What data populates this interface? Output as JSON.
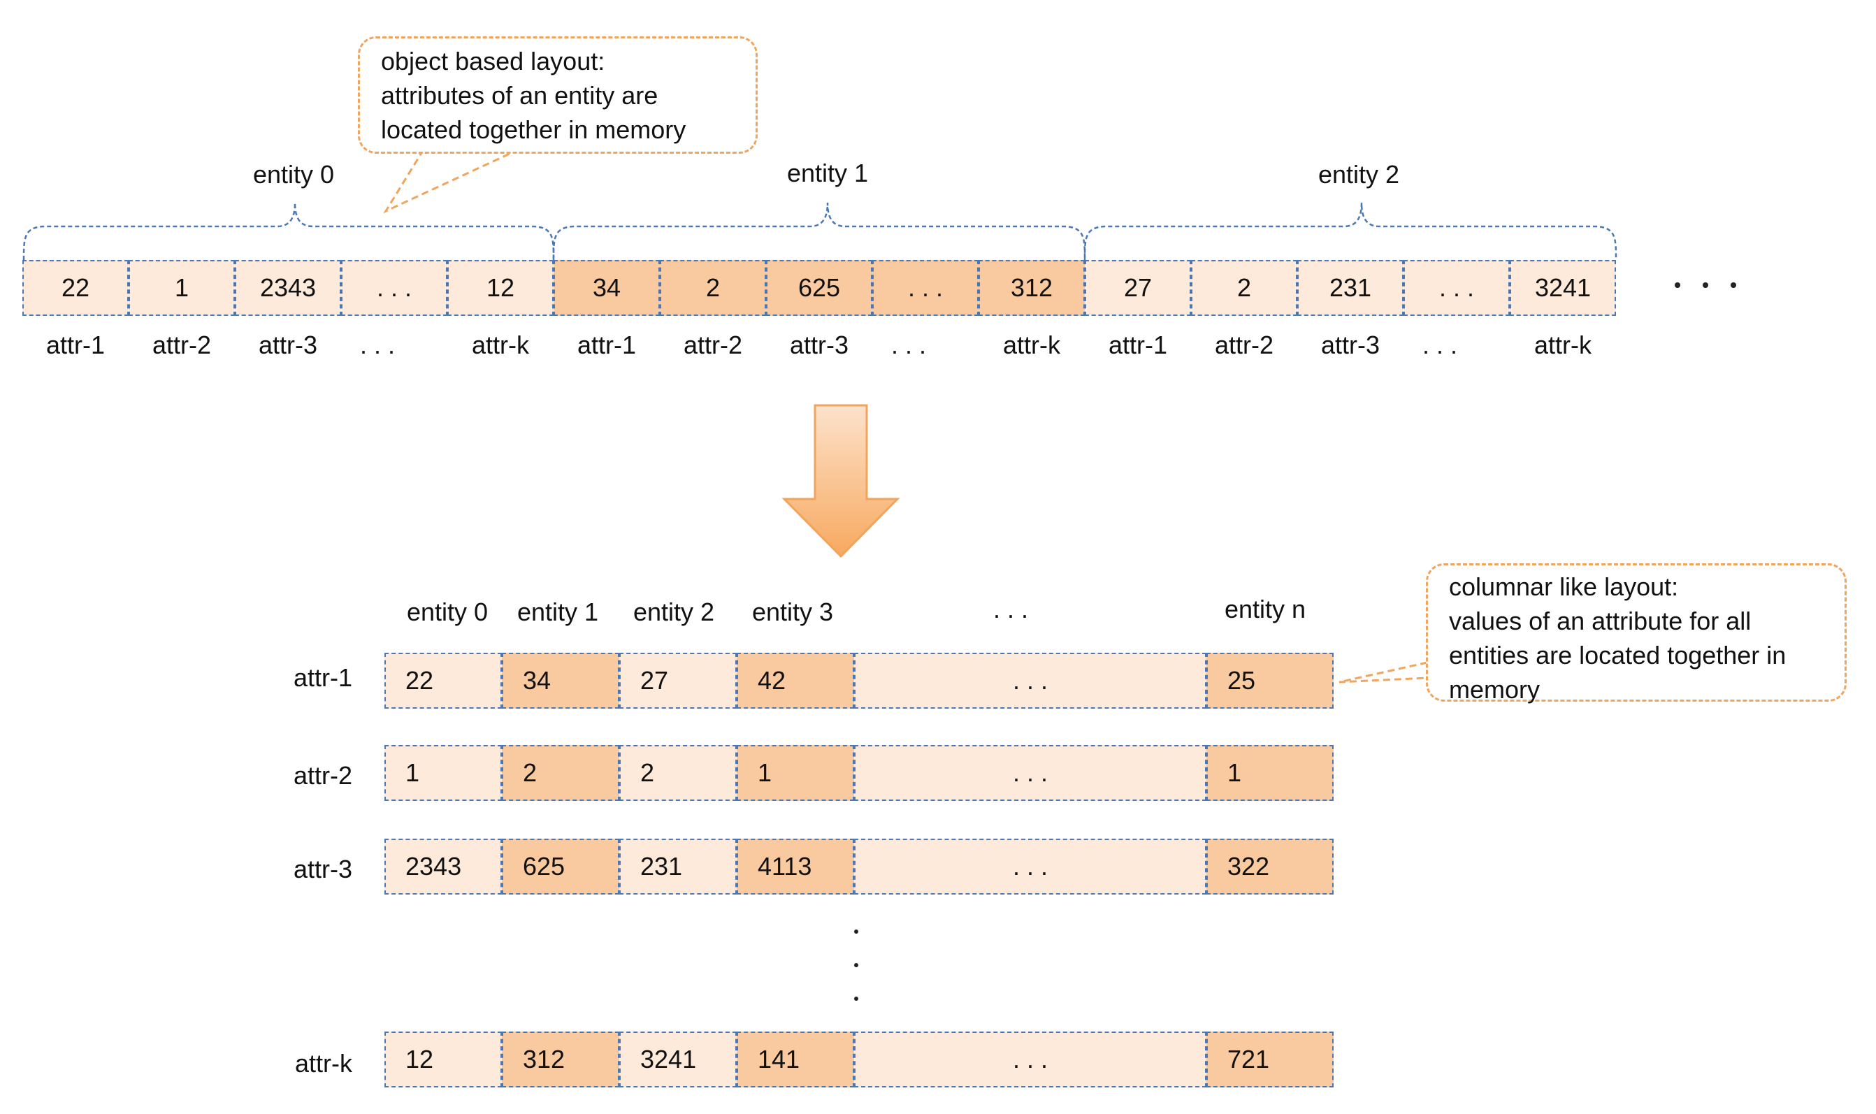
{
  "callouts": {
    "object_based": {
      "line1": "object based layout:",
      "line2": "attributes of an entity are",
      "line3": "located together in memory"
    },
    "columnar": {
      "line1": "columnar like layout:",
      "line2": "values of an attribute for all",
      "line3": "entities are located together in",
      "line4": "memory"
    }
  },
  "row_layout": {
    "entity_labels": [
      "entity 0",
      "entity 1",
      "entity 2"
    ],
    "cells": [
      "22",
      "1",
      "2343",
      ". . .",
      "12",
      "34",
      "2",
      "625",
      ". . .",
      "312",
      "27",
      "2",
      "231",
      ". . .",
      "3241"
    ],
    "attr_labels": [
      "attr-1",
      "attr-2",
      "attr-3",
      ". . .",
      "attr-k",
      "attr-1",
      "attr-2",
      "attr-3",
      ". . .",
      "attr-k",
      "attr-1",
      "attr-2",
      "attr-3",
      ". . .",
      "attr-k"
    ],
    "continuation": "· · ·"
  },
  "column_layout": {
    "entity_headers": [
      "entity 0",
      "entity 1",
      "entity 2",
      "entity 3",
      ". . .",
      "entity n"
    ],
    "rows": [
      {
        "label": "attr-1",
        "values": [
          "22",
          "34",
          "27",
          "42",
          ". . .",
          "25"
        ]
      },
      {
        "label": "attr-2",
        "values": [
          "1",
          "2",
          "2",
          "1",
          ". . .",
          "1"
        ]
      },
      {
        "label": "attr-3",
        "values": [
          "2343",
          "625",
          "231",
          "4113",
          ". . .",
          "322"
        ]
      },
      {
        "label": "attr-k",
        "values": [
          "12",
          "312",
          "3241",
          "141",
          ". . .",
          "721"
        ]
      }
    ]
  },
  "colors": {
    "cell_light": "#fdeadb",
    "cell_dark": "#f9c9a0",
    "cell_border": "#4a78b4",
    "callout_border": "#f0a55e",
    "arrow_top": "#fde2cc",
    "arrow_bottom": "#f7a95f"
  }
}
